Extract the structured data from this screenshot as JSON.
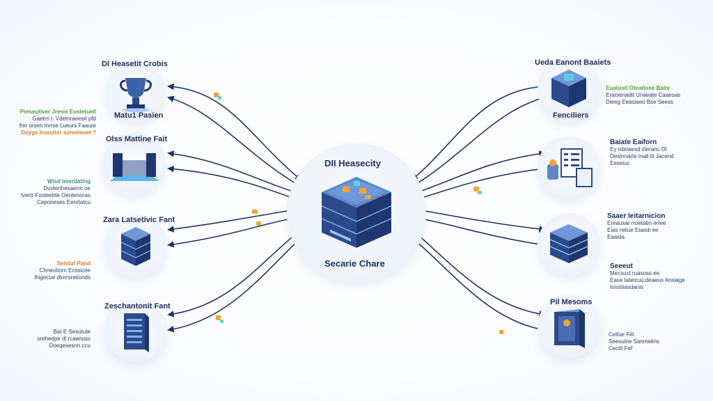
{
  "center": {
    "title": "DII Heasecity",
    "subtitle": "Secarie Chare",
    "icon": "server-cube-icon"
  },
  "left_nodes": [
    {
      "label_top": "DI Heasetit Crobis",
      "label_bottom": "Matu1 Pasien",
      "icon": "trophy-icon",
      "desc": [
        "Preseutiver Jresie Eostetuell",
        "Gaetrri t. Vdetnraeesit pfd",
        "fmr orsen lnrrse Lueurs Faaure",
        "Doyge Irueulter soneimnet ?"
      ],
      "desc_colors": [
        "green",
        "navy",
        "navy",
        "orange"
      ]
    },
    {
      "label_top": "Olss Mattine Fait",
      "label_bottom": "",
      "icon": "data-platform-icon",
      "desc": [
        "Wisd Imerdating",
        "Duvterihesaerm oe",
        "Ivertr Fosteebte Oentenoras",
        "Ceponeses Eenrtatcu"
      ],
      "desc_colors": [
        "teal",
        "navy",
        "navy",
        "navy"
      ]
    },
    {
      "label_top": "Zara Latsetivic Fant",
      "label_bottom": "",
      "icon": "server-stack-icon",
      "desc": [
        "Seistuf Pand",
        "Chneotiorn Ecssicee",
        "Ihigecue dlorrsretionds"
      ],
      "desc_colors": [
        "orange",
        "navy",
        "navy"
      ]
    },
    {
      "label_top": "Zeschantonit Fant",
      "label_bottom": "",
      "icon": "server-cabinet-icon",
      "desc": [
        "Bat E Sesutute",
        "srehedpe dl rcaanuss",
        "Doeqesesnn ccu"
      ],
      "desc_colors": [
        "navy",
        "navy",
        "navy"
      ]
    }
  ],
  "right_nodes": [
    {
      "label_top": "Ueda Eanont Baaiets",
      "label_bottom": "Fenciliers",
      "icon": "cube-tower-icon",
      "desc": [
        "Euatosti Oteatiose Baite",
        "Erarsenadit Unaeate Caaesas",
        "Dieeg Eeasiaeo Bse Seess"
      ],
      "desc_colors": [
        "green",
        "navy",
        "navy"
      ]
    },
    {
      "label_top": "",
      "label_bottom": "",
      "icon": "analytics-board-icon",
      "desc": [
        "Baiate Eaiforn",
        "Ey inteiaesd iiteranc Dl",
        "Desinnarte mall lit Jacend",
        "Eeseiuc"
      ],
      "desc_colors": [
        "navy",
        "navy",
        "navy",
        "navy"
      ]
    },
    {
      "label_top": "",
      "label_bottom": "",
      "icon": "layered-disk-icon",
      "desc": [
        "Saaer Ieitarnicion",
        "Ereausar rroetatin ertee",
        "Eias retiue Eiaedi ee",
        "Eaaida"
      ],
      "desc_colors": [
        "navy",
        "navy",
        "navy",
        "navy"
      ]
    },
    {
      "label_top": "Pil Mesoms",
      "label_bottom": "",
      "icon": "secure-server-icon",
      "desc": [
        "Seeeut",
        "Mecsuct ruasoss ee",
        "Ease Iateicuu:deaeus Ansiage",
        "Isnstiiasdanis"
      ],
      "desc_colors": [
        "navy",
        "navy",
        "navy",
        "navy"
      ]
    },
    {
      "label_top": "",
      "label_bottom": "",
      "icon": "",
      "desc": [
        "Ceitue Fitl",
        "Seesuine Sanmeiins",
        "Cecitt Fef"
      ],
      "desc_colors": [
        "navy",
        "navy",
        "navy"
      ]
    }
  ],
  "colors": {
    "line": "#1e3566",
    "node_bg": "#eef3fa",
    "cube_dark": "#243f7a",
    "cube_light": "#5b86c9",
    "accent_orange": "#f0a531",
    "accent_cyan": "#5fd3e8"
  }
}
